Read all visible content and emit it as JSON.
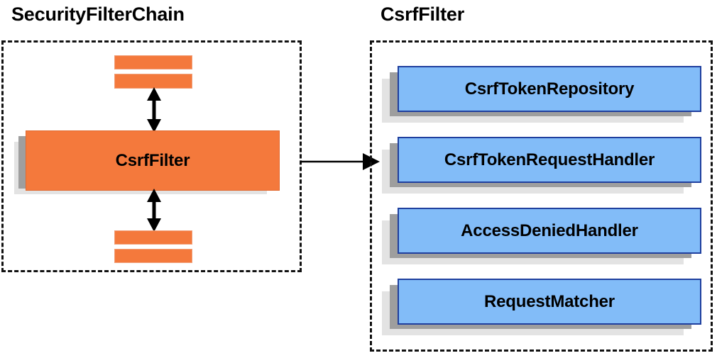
{
  "diagram": {
    "type": "component-relationship-diagram",
    "background_color": "#ffffff",
    "panels": [
      {
        "id": "security-filter-chain",
        "title": "SecurityFilterChain",
        "border_style": "dashed",
        "border_color": "#111111",
        "items": [
          {
            "id": "filter-bar-top-1",
            "label": "",
            "shape": "bar",
            "color": "#f4793c"
          },
          {
            "id": "filter-bar-top-2",
            "label": "",
            "shape": "bar",
            "color": "#f4793c"
          },
          {
            "id": "csrf-filter-box",
            "label": "CsrfFilter",
            "shape": "box",
            "color": "#f4793c"
          },
          {
            "id": "filter-bar-bottom-1",
            "label": "",
            "shape": "bar",
            "color": "#f4793c"
          },
          {
            "id": "filter-bar-bottom-2",
            "label": "",
            "shape": "bar",
            "color": "#f4793c"
          }
        ]
      },
      {
        "id": "csrf-filter",
        "title": "CsrfFilter",
        "border_style": "dashed",
        "border_color": "#111111",
        "items": [
          {
            "id": "csrf-token-repository",
            "label": "CsrfTokenRepository",
            "shape": "box",
            "color": "#82bcf8"
          },
          {
            "id": "csrf-token-request-handler",
            "label": "CsrfTokenRequestHandler",
            "shape": "box",
            "color": "#82bcf8"
          },
          {
            "id": "access-denied-handler",
            "label": "AccessDeniedHandler",
            "shape": "box",
            "color": "#82bcf8"
          },
          {
            "id": "request-matcher",
            "label": "RequestMatcher",
            "shape": "box",
            "color": "#82bcf8"
          }
        ]
      }
    ],
    "connectors": [
      {
        "id": "arrow-up",
        "from": "csrf-filter-box",
        "to": "filter-bar-top-2",
        "style": "double-headed-vertical",
        "color": "#000000"
      },
      {
        "id": "arrow-down",
        "from": "csrf-filter-box",
        "to": "filter-bar-bottom-1",
        "style": "double-headed-vertical",
        "color": "#000000"
      },
      {
        "id": "arrow-expand",
        "from": "security-filter-chain",
        "to": "csrf-filter",
        "style": "single-headed-horizontal",
        "color": "#000000"
      }
    ],
    "colors": {
      "orange_fill": "#f4793c",
      "orange_border": "#e06a31",
      "blue_fill": "#82bcf8",
      "blue_border": "#1f3f9e",
      "shadow_dark": "#9e9e9e",
      "shadow_light": "#e3e3e3",
      "text": "#000000"
    }
  }
}
